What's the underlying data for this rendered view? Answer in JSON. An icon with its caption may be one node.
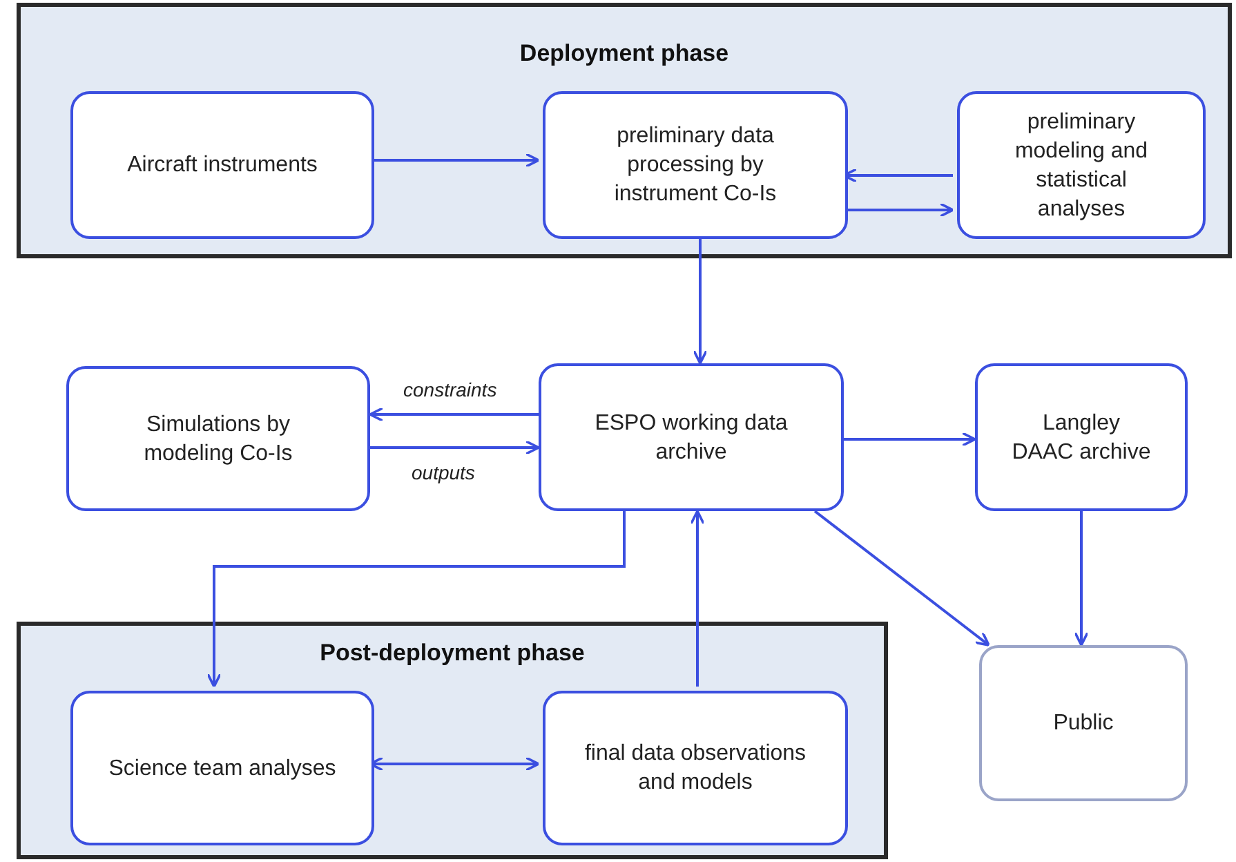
{
  "diagram": {
    "nodes": [
      {
        "text": [
          "Deployment phase"
        ]
      },
      {
        "text": [
          "Aircraft instruments"
        ],
        "in": 0
      },
      {
        "text": [
          "preliminary data processing by instrument Co-Is"
        ],
        "in": 0
      },
      {
        "text": [
          "preliminary modeling and statistical analyses"
        ],
        "in": 0
      },
      {
        "text": [
          "Simulations by modeling Co-Is"
        ]
      },
      {
        "text": [
          "ESPO working data archive"
        ]
      },
      {
        "text": [
          "Langley DAAC archive"
        ]
      },
      {
        "text": [
          "Post-deployment phase"
        ]
      },
      {
        "text": [
          "Science team analyses"
        ],
        "in": 7
      },
      {
        "text": [
          "final data observations and models"
        ],
        "in": 7
      },
      {
        "text": [
          "Public"
        ]
      }
    ],
    "edges": [
      {
        "from": 1,
        "to": 2,
        "arrow": "to"
      },
      {
        "from": 3,
        "to": 2,
        "arrow": "to"
      },
      {
        "from": 2,
        "to": 3,
        "arrow": "to"
      },
      {
        "from": 2,
        "to": 5,
        "arrow": "to"
      },
      {
        "from": 5,
        "to": 4,
        "arrow": "to",
        "label": "constraints"
      },
      {
        "from": 4,
        "to": 5,
        "arrow": "to",
        "label": "outputs"
      },
      {
        "from": 5,
        "to": 6,
        "arrow": "to"
      },
      {
        "from": 5,
        "to": 8,
        "arrow": "to"
      },
      {
        "from": 9,
        "to": 5,
        "arrow": "to"
      },
      {
        "from": 8,
        "to": 9,
        "arrow": "both"
      },
      {
        "from": 5,
        "to": 10,
        "arrow": "to"
      },
      {
        "from": 6,
        "to": 10,
        "arrow": "to"
      }
    ]
  }
}
